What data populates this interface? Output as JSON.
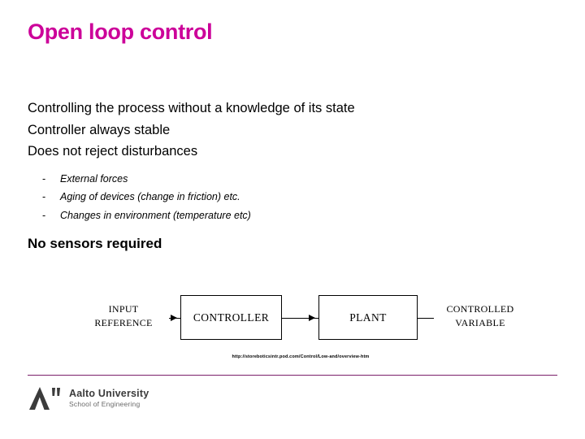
{
  "slide": {
    "title": "Open loop control",
    "bullets": [
      "Controlling the process without a knowledge of its state",
      "Controller always stable",
      "Does not reject disturbances"
    ],
    "sub_bullets": [
      {
        "marker": "-",
        "text": "External forces"
      },
      {
        "marker": "-",
        "text": "Aging of devices (change in friction) etc."
      },
      {
        "marker": "-",
        "text": "Changes in environment (temperature etc)"
      }
    ],
    "closing_bullet": "No sensors required",
    "diagram": {
      "input_label_line1": "INPUT",
      "input_label_line2": "REFERENCE",
      "block_controller": "CONTROLLER",
      "block_plant": "PLANT",
      "output_label_line1": "CONTROLLED",
      "output_label_line2": "VARIABLE",
      "credit": "http://storeboticsintr.pod.com/Control/Low-and/overview-htm"
    },
    "footer": {
      "university": "Aalto University",
      "school": "School of Engineering"
    },
    "colors": {
      "title": "#cc0099",
      "rule": "#7b1f6a",
      "body": "#000000"
    }
  }
}
